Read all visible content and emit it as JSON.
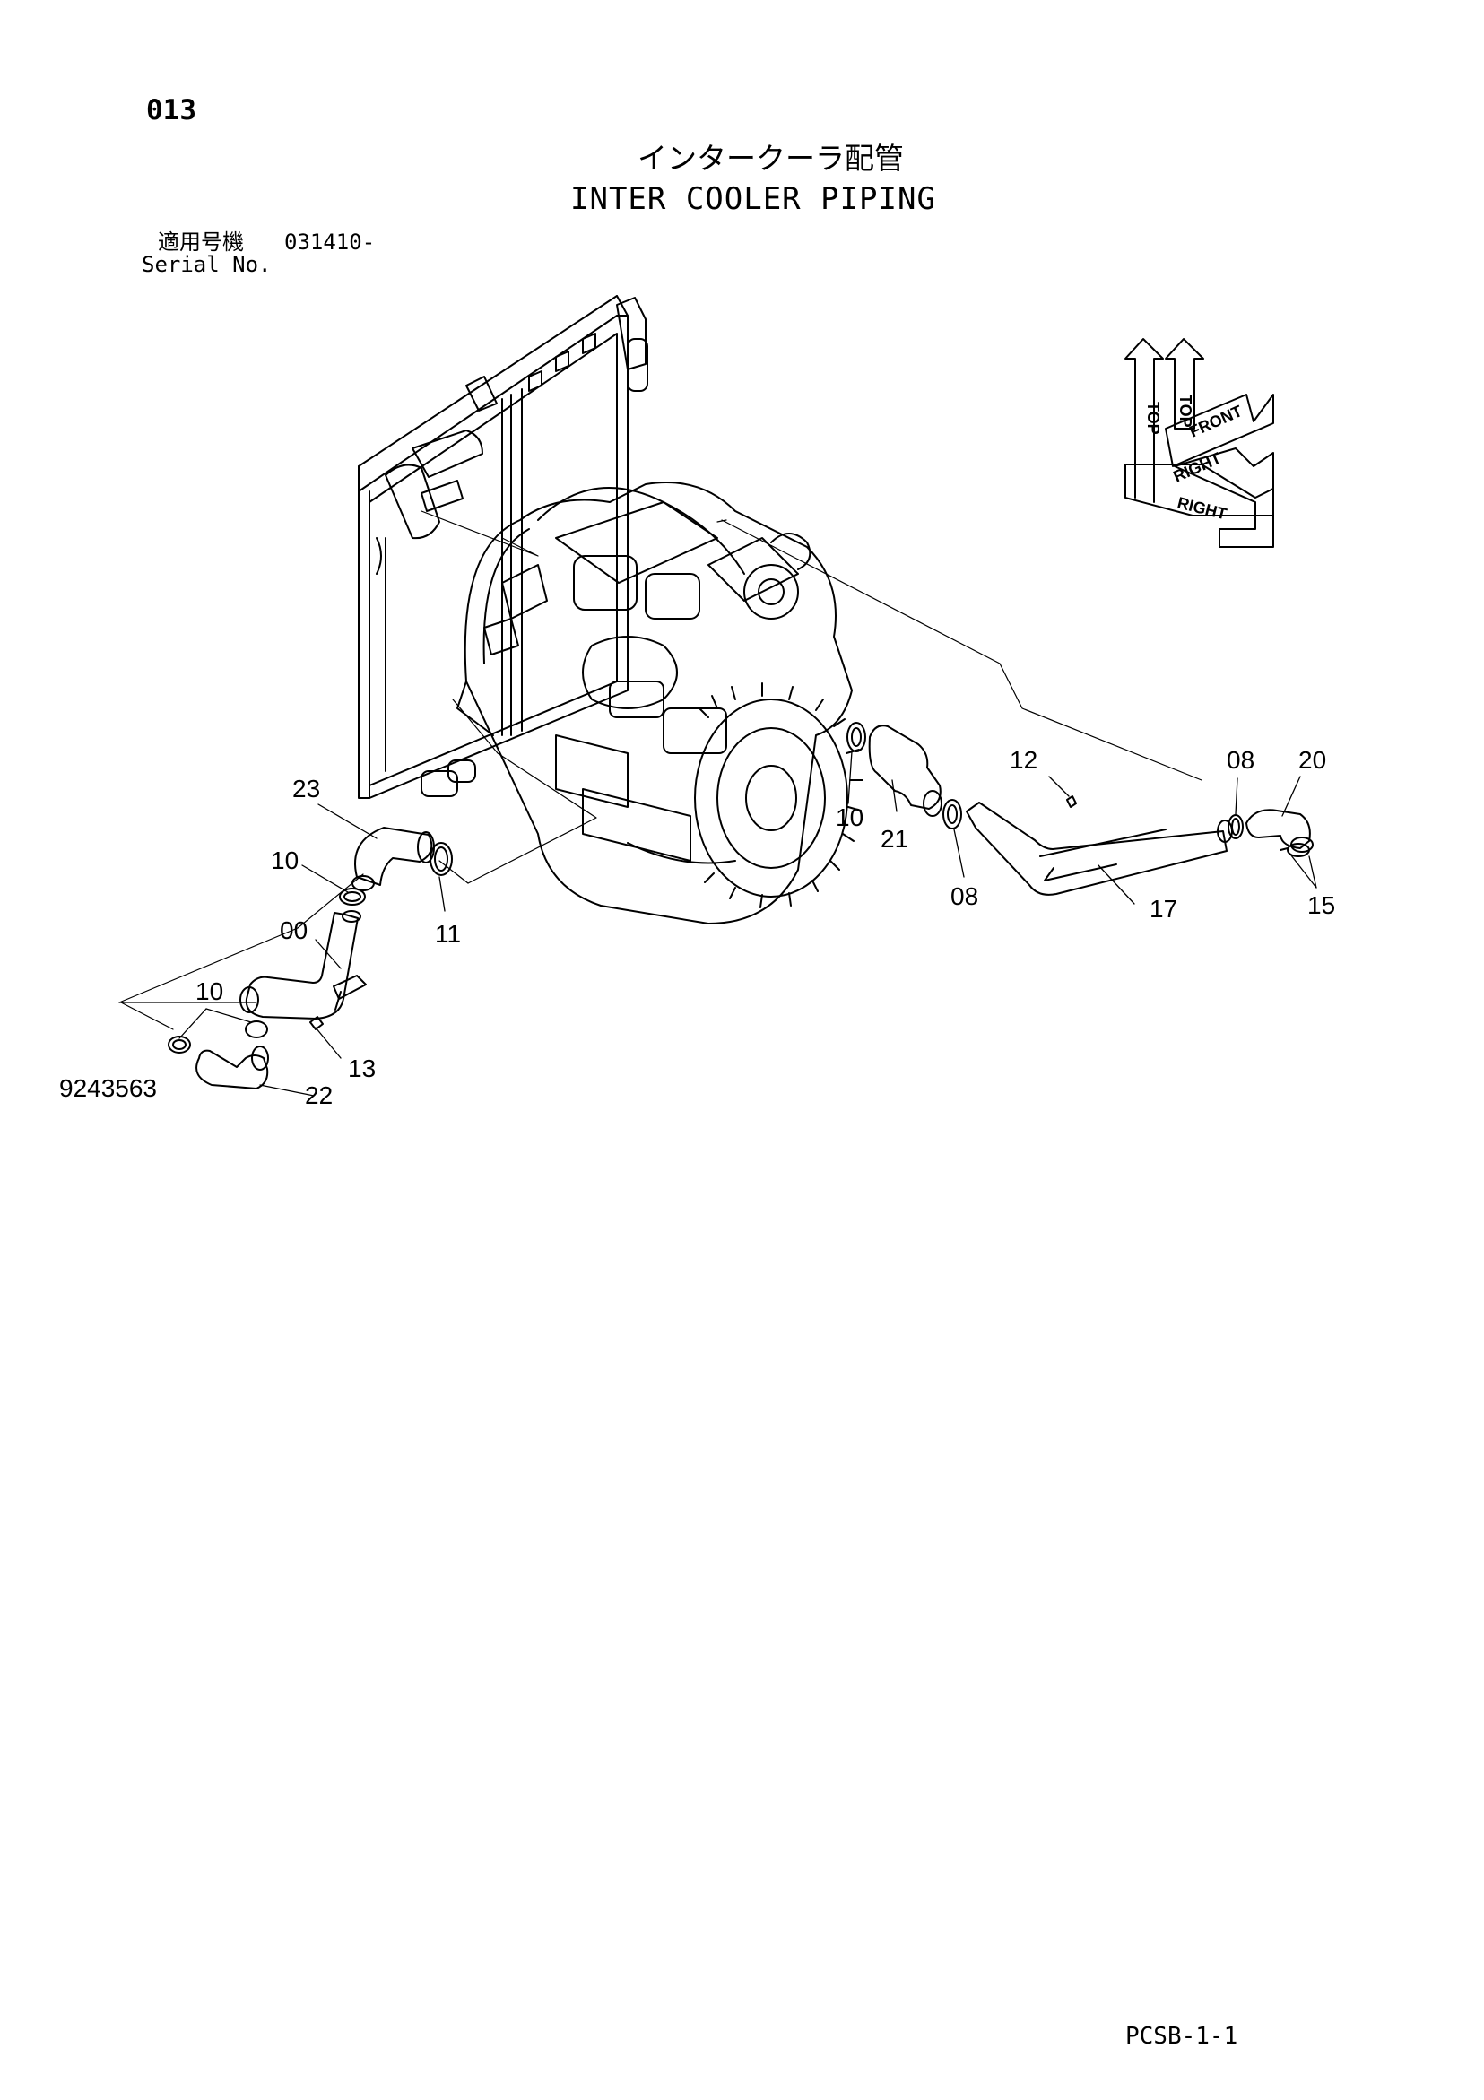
{
  "header": {
    "page_number": "013",
    "title_jp": "インタークーラ配管",
    "title_en": "INTER COOLER PIPING",
    "serial_label_jp": "適用号機",
    "serial_value": "031410-",
    "serial_label_en": "Serial No."
  },
  "diagram": {
    "drawing_number": "9243563",
    "orientation_labels": [
      "TOP",
      "TOP",
      "FRONT",
      "RIGHT",
      "RIGHT"
    ],
    "callouts": [
      {
        "id": "23",
        "label": "23"
      },
      {
        "id": "10a",
        "label": "10"
      },
      {
        "id": "00",
        "label": "00"
      },
      {
        "id": "10b",
        "label": "10"
      },
      {
        "id": "13",
        "label": "13"
      },
      {
        "id": "22",
        "label": "22"
      },
      {
        "id": "11",
        "label": "11"
      },
      {
        "id": "10c",
        "label": "10"
      },
      {
        "id": "21",
        "label": "21"
      },
      {
        "id": "08a",
        "label": "08"
      },
      {
        "id": "12",
        "label": "12"
      },
      {
        "id": "17",
        "label": "17"
      },
      {
        "id": "08b",
        "label": "08"
      },
      {
        "id": "20",
        "label": "20"
      },
      {
        "id": "15",
        "label": "15"
      }
    ]
  },
  "footer": {
    "code": "PCSB-1-1"
  }
}
